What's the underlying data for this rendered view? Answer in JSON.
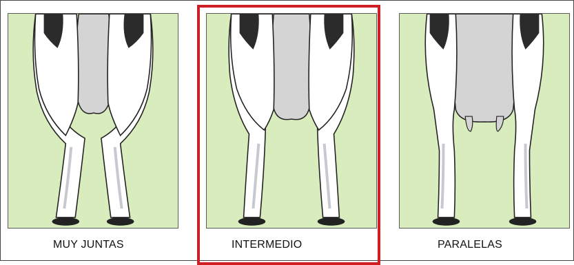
{
  "colors": {
    "background": "#d9ecbe",
    "highlight": "#d01f24",
    "udder": "#d4d4d4",
    "patch": "#2b2b2b",
    "outline": "#222222"
  },
  "panels": [
    {
      "label": "MUY JUNTAS",
      "selected": false
    },
    {
      "label": "INTERMEDIO",
      "selected": true
    },
    {
      "label": "PARALELAS",
      "selected": false
    }
  ]
}
